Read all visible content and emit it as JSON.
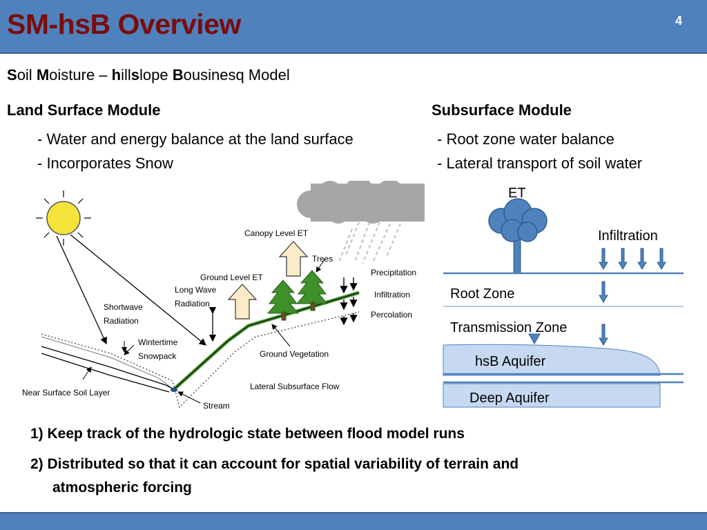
{
  "slide": {
    "title": "SM-hsB Overview",
    "number": "4",
    "subtitle": {
      "s": "S",
      "s_rest": "oil ",
      "m": "M",
      "m_rest": "oisture – ",
      "h": "h",
      "h_mid": "ill",
      "h_s": "s",
      "h_rest": "lope ",
      "b": "B",
      "b_rest": "ousinesq Model"
    }
  },
  "land_surface": {
    "heading": "Land Surface Module",
    "bullets": [
      "- Water and energy balance at the land surface",
      "- Incorporates Snow"
    ]
  },
  "subsurface": {
    "heading": "Subsurface Module",
    "bullets": [
      "- Root zone water balance",
      "- Lateral transport of soil water"
    ]
  },
  "left_diagram": {
    "labels": {
      "canopy_et": "Canopy Level ET",
      "trees": "Trees",
      "ground_et": "Ground Level ET",
      "long_wave_1": "Long Wave",
      "long_wave_2": "Radiation",
      "shortwave_1": "Shortwave",
      "shortwave_2": "Radiation",
      "wintertime_1": "Wintertime",
      "wintertime_2": "Snowpack",
      "precipitation": "Precipitation",
      "infiltration": "Infiltration",
      "percolation": "Percolation",
      "ground_vegetation": "Ground Vegetation",
      "lateral_flow": "Lateral Subsurface Flow",
      "near_surface": "Near Surface Soil Layer",
      "stream": "Stream"
    }
  },
  "right_diagram": {
    "labels": {
      "et": "ET",
      "infiltration": "Infiltration",
      "root_zone": "Root Zone",
      "transmission_zone": "Transmission Zone",
      "hsb_aquifer": "hsB Aquifer",
      "deep_aquifer": "Deep Aquifer"
    }
  },
  "points": [
    "1) Keep track of the hydrologic state between flood model runs",
    "2) Distributed so that it can account for spatial variability of terrain and",
    "atmospheric forcing"
  ],
  "colors": {
    "header": "#4f81bd",
    "title": "#7a0c0c",
    "sun": "#f5e33a",
    "tree": "#3f8f2a",
    "cloud": "#a6a6a6",
    "aquifer": "#c6d9f1",
    "arrow_blue": "#4f81bd"
  }
}
